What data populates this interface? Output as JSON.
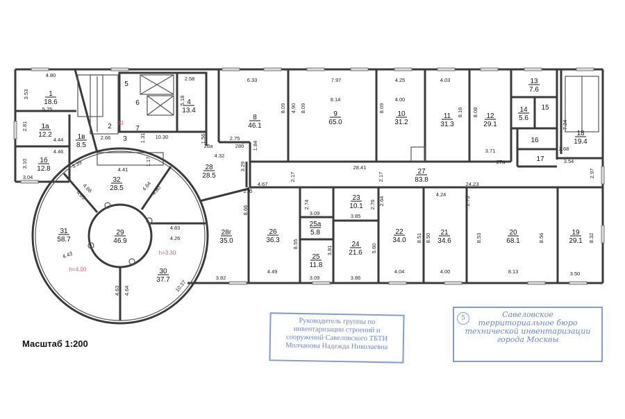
{
  "plan": {
    "scale_label": "Масштаб 1:200",
    "rooms": [
      {
        "num": "1",
        "area": "18.6"
      },
      {
        "num": "1а",
        "area": "12.2"
      },
      {
        "num": "1в",
        "area": "8.5"
      },
      {
        "num": "1б",
        "area": "12.8"
      },
      {
        "num": "2",
        "area": ""
      },
      {
        "num": "3",
        "area": ""
      },
      {
        "num": "4",
        "area": "13.4"
      },
      {
        "num": "5",
        "area": ""
      },
      {
        "num": "6",
        "area": ""
      },
      {
        "num": "7",
        "area": ""
      },
      {
        "num": "8",
        "area": "46.1"
      },
      {
        "num": "9",
        "area": "65.0"
      },
      {
        "num": "10",
        "area": "31.2"
      },
      {
        "num": "11",
        "area": "31.3"
      },
      {
        "num": "12",
        "area": "29.1"
      },
      {
        "num": "13",
        "area": "7.6"
      },
      {
        "num": "14",
        "area": "5.6"
      },
      {
        "num": "15",
        "area": ""
      },
      {
        "num": "16",
        "area": ""
      },
      {
        "num": "17",
        "area": ""
      },
      {
        "num": "18",
        "area": "19.4"
      },
      {
        "num": "28",
        "area": "28.5"
      },
      {
        "num": "32",
        "area": "28.5"
      },
      {
        "num": "29",
        "area": "46.9"
      },
      {
        "num": "31",
        "area": "58.7"
      },
      {
        "num": "30",
        "area": "37.7"
      },
      {
        "num": "28г",
        "area": "35.0"
      },
      {
        "num": "26",
        "area": "36.3"
      },
      {
        "num": "25а",
        "area": "5.8"
      },
      {
        "num": "25",
        "area": "11.8"
      },
      {
        "num": "23",
        "area": "10.1"
      },
      {
        "num": "24",
        "area": "21.6"
      },
      {
        "num": "22",
        "area": "34.0"
      },
      {
        "num": "21",
        "area": "34.6"
      },
      {
        "num": "20",
        "area": "68.1"
      },
      {
        "num": "19",
        "area": "29.1"
      },
      {
        "num": "27",
        "area": "83.8"
      }
    ],
    "small_labels": [
      "28а",
      "28б",
      "27а",
      "27б"
    ],
    "dimensions": [
      "4.80",
      "5.75",
      "4.44",
      "4.46",
      "3.04",
      "2.66",
      "10.30",
      "2.58",
      "6.33",
      "7.97",
      "8.14",
      "4.25",
      "4.00",
      "4.03",
      "3.71",
      "2.75",
      "4.32",
      "28.41",
      "4.41",
      "4.67",
      "24.23",
      "4.24",
      "3.09",
      "3.85",
      "3.82",
      "4.49",
      "3.09",
      "3.86",
      "4.04",
      "4.00",
      "8.13",
      "3.50",
      "2.68",
      "3.54",
      "4.83",
      "4.26",
      "3.53",
      "2.81",
      "3.10",
      "1.31",
      "5.18",
      "1.56",
      "8.09",
      "4.90",
      "8.09",
      "8.09",
      "8.16",
      "8.08",
      "7.24",
      "2.97",
      "1.84",
      "3.29",
      "2.17",
      "2.17",
      "2.74",
      "2.76",
      "2.64",
      "8.66",
      "8.55",
      "3.81",
      "5.60",
      "8.51",
      "8.50",
      "2.73",
      "8.53",
      "8.56",
      "8.32",
      "4.63",
      "4.64",
      "1.17",
      "3.39",
      "4.66",
      "4.65",
      "4.64",
      "4.80",
      "4.43",
      "10.37"
    ],
    "height_notes": [
      "h=3.30",
      "h=4.00"
    ],
    "marker": "XI"
  },
  "stamps": {
    "left": [
      "Руководитель группы по",
      "инвентаризации строений и",
      "сооружений Савеловского ТБТИ",
      "Молчанова Надежда Николаевна"
    ],
    "right_number": "5",
    "right": [
      "Савеловское",
      "территориальное бюро",
      "технической инвентаризации",
      "города Москвы"
    ]
  }
}
